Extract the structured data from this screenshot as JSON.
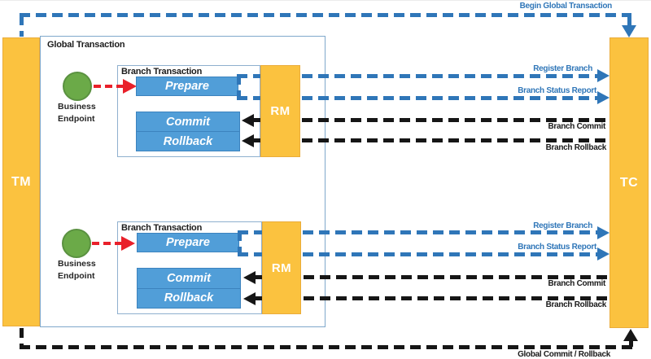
{
  "colors": {
    "participant_orange": "#FBC23F",
    "action_blue": "#519ED8",
    "flow_blue": "#2F76B8",
    "flow_black": "#161616",
    "flow_red": "#E9202A",
    "endpoint_green": "#6BAA48",
    "container_border": "#7FA8CB"
  },
  "nodes": {
    "tm_label": "TM",
    "tc_label": "TC",
    "rm_label": "RM",
    "global_box_title": "Global Transaction",
    "branch_box_title": "Branch Transaction",
    "business_endpoint_line1": "Business",
    "business_endpoint_line2": "Endpoint",
    "prepare_label": "Prepare",
    "commit_label": "Commit",
    "rollback_label": "Rollback"
  },
  "flow_labels": {
    "begin_global_transaction": "Begin Global Transaction",
    "register_branch": "Register Branch",
    "branch_status_report": "Branch Status Report",
    "branch_commit": "Branch Commit",
    "branch_rollback": "Branch Rollback",
    "global_commit_rollback": "Global Commit / Rollback"
  }
}
